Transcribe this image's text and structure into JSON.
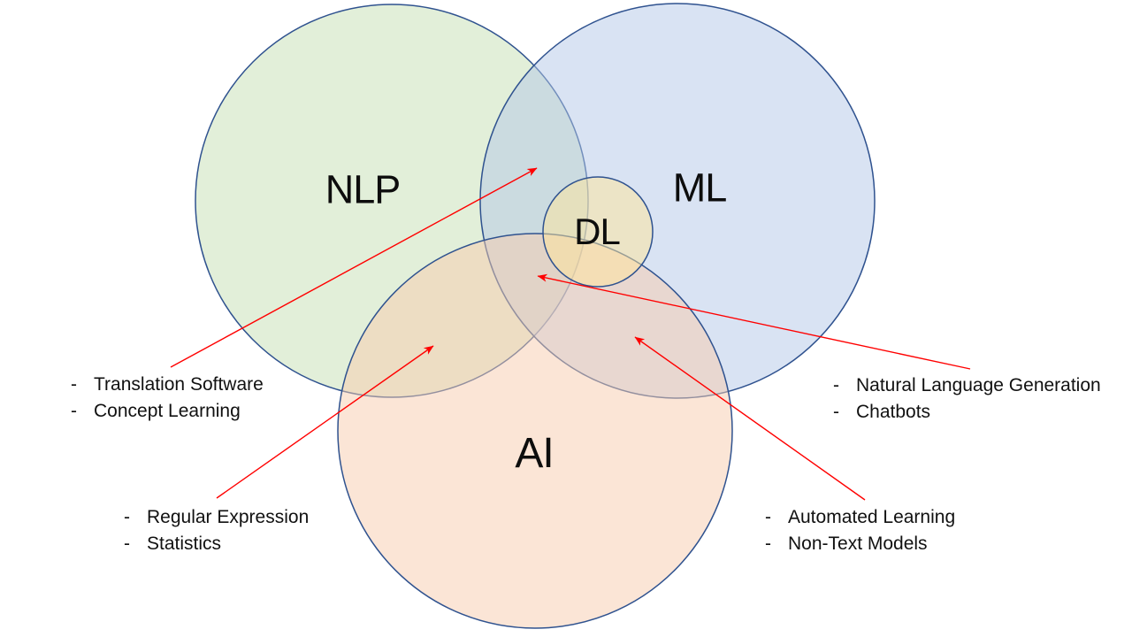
{
  "diagram": {
    "circles": {
      "nlp": {
        "label": "NLP",
        "fill": "#C5E0B4"
      },
      "ml": {
        "label": "ML",
        "fill": "#B4C7E7"
      },
      "ai": {
        "label": "AI",
        "fill": "#F8CBAD"
      },
      "dl": {
        "label": "DL",
        "fill": "#FFE699"
      }
    },
    "outline_color": "#2F528F",
    "arrow_color": "#FF0000",
    "callouts": {
      "nlp_ml": {
        "bullet": "-",
        "lines": [
          "Translation Software",
          "Concept Learning"
        ]
      },
      "nlp_ai": {
        "bullet": "-",
        "lines": [
          "Regular Expression",
          "Statistics"
        ]
      },
      "center": {
        "bullet": "-",
        "lines": [
          "Natural Language Generation",
          "Chatbots"
        ]
      },
      "ml_ai": {
        "bullet": "-",
        "lines": [
          "Automated Learning",
          "Non-Text Models"
        ]
      }
    }
  }
}
